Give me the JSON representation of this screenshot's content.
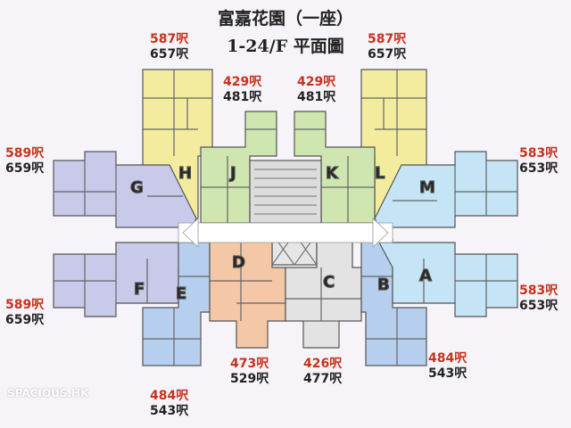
{
  "title_line1": "富嘉花園（一座）",
  "title_line2": "1-24/F 平面圖",
  "colors": {
    "yellow": "#f3ec9f",
    "green": "#cfe6b0",
    "lavender": "#c9c9ea",
    "blue": "#b7cfee",
    "lightblue": "#c5e4f5",
    "peach": "#f4c8a6",
    "grey": "#e3e3e3",
    "label_red": "#c8311d"
  },
  "units": [
    {
      "letter": "A"
    },
    {
      "letter": "B"
    },
    {
      "letter": "C"
    },
    {
      "letter": "D"
    },
    {
      "letter": "E"
    },
    {
      "letter": "F"
    },
    {
      "letter": "G"
    },
    {
      "letter": "H"
    },
    {
      "letter": "J"
    },
    {
      "letter": "K"
    },
    {
      "letter": "L"
    },
    {
      "letter": "M"
    }
  ],
  "area_labels": [
    {
      "gross": "587呎",
      "net": "657呎"
    },
    {
      "gross": "587呎",
      "net": "657呎"
    },
    {
      "gross": "429呎",
      "net": "481呎"
    },
    {
      "gross": "429呎",
      "net": "481呎"
    },
    {
      "gross": "589呎",
      "net": "659呎"
    },
    {
      "gross": "583呎",
      "net": "653呎"
    },
    {
      "gross": "589呎",
      "net": "659呎"
    },
    {
      "gross": "583呎",
      "net": "653呎"
    },
    {
      "gross": "484呎",
      "net": "543呎"
    },
    {
      "gross": "473呎",
      "net": "529呎"
    },
    {
      "gross": "426呎",
      "net": "477呎"
    },
    {
      "gross": "484呎",
      "net": "543呎"
    }
  ],
  "watermark": "SPACIOUS.HK"
}
